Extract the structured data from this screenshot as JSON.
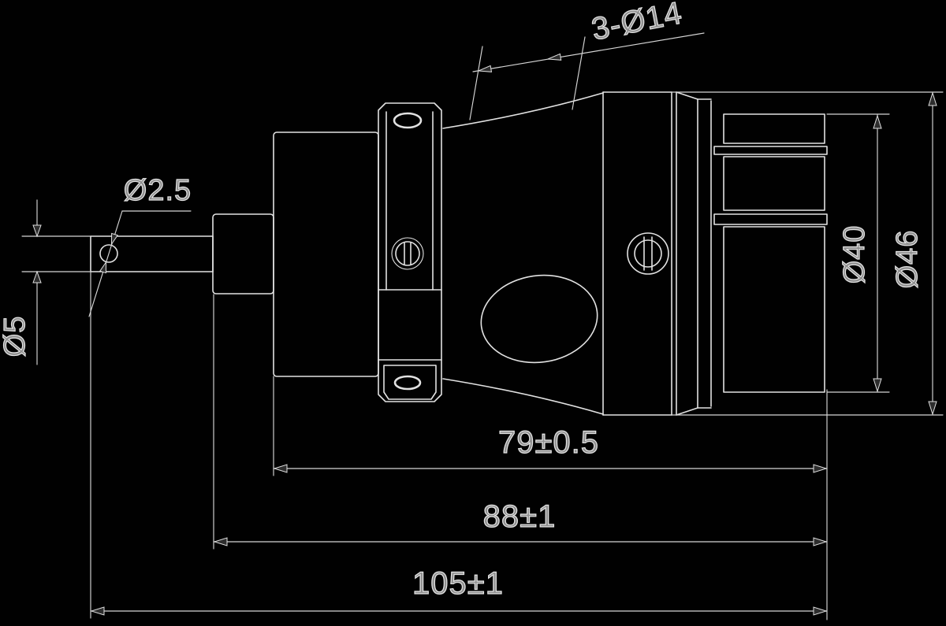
{
  "drawing": {
    "description": "Engineering side-view drawing of a cylindrical plug / connector assembly with mounting flange, white lines on black background"
  },
  "labels": {
    "bolt_holes": "3-Ø14",
    "cross_hole": "Ø2.5",
    "shaft_diameter": "Ø5",
    "plug_diameter": "Ø40",
    "body_diameter": "Ø46",
    "length_inner": "79±0.5",
    "length_middle": "88±1",
    "length_overall": "105±1"
  },
  "colors": {
    "background": "#010101",
    "part_line": "#e2e2e2",
    "dimension_line": "#d6d6d6",
    "text": "#e4e4e4"
  }
}
